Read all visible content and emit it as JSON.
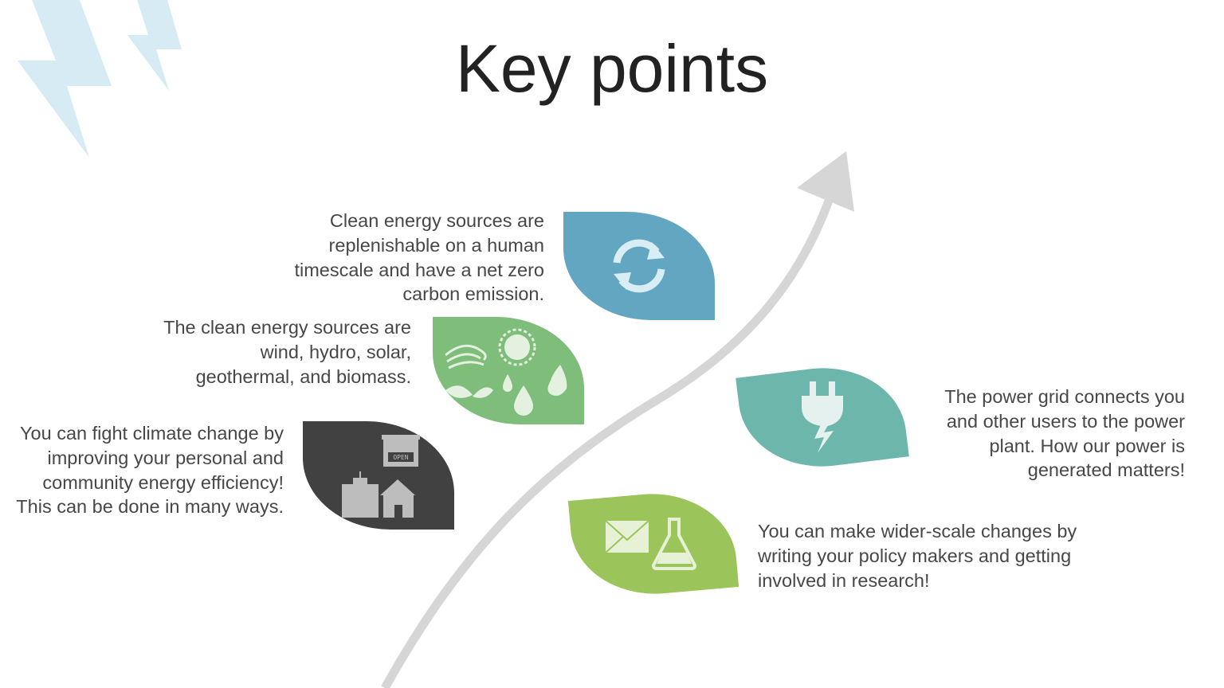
{
  "title": "Key points",
  "points": [
    {
      "text": "Clean energy sources are replenishable on a human timescale and have a net zero carbon emission.",
      "icon": "refresh-icon",
      "color": "#62a6c1"
    },
    {
      "text": "The clean energy sources are wind, hydro, solar, geothermal, and biomass.",
      "icon": "renewable-sources-icon",
      "color": "#7fbd7a"
    },
    {
      "text": "You can fight climate change by improving your personal and community energy efficiency! This can be done in many ways.",
      "icon": "community-buildings-icon",
      "color": "#414141",
      "sign": "OPEN"
    },
    {
      "text": "The power grid connects you and other users to the power plant. How our power is generated matters!",
      "icon": "electric-plug-icon",
      "color": "#6cb6ab"
    },
    {
      "text": "You can make wider-scale changes by writing your policy makers and getting involved in research!",
      "icon": "envelope-flask-icon",
      "color": "#9bc55a"
    }
  ],
  "colors": {
    "arrow": "#d6d6d6",
    "lightning": "#d6ebf3",
    "icon_fill": "#e4f1e0"
  }
}
